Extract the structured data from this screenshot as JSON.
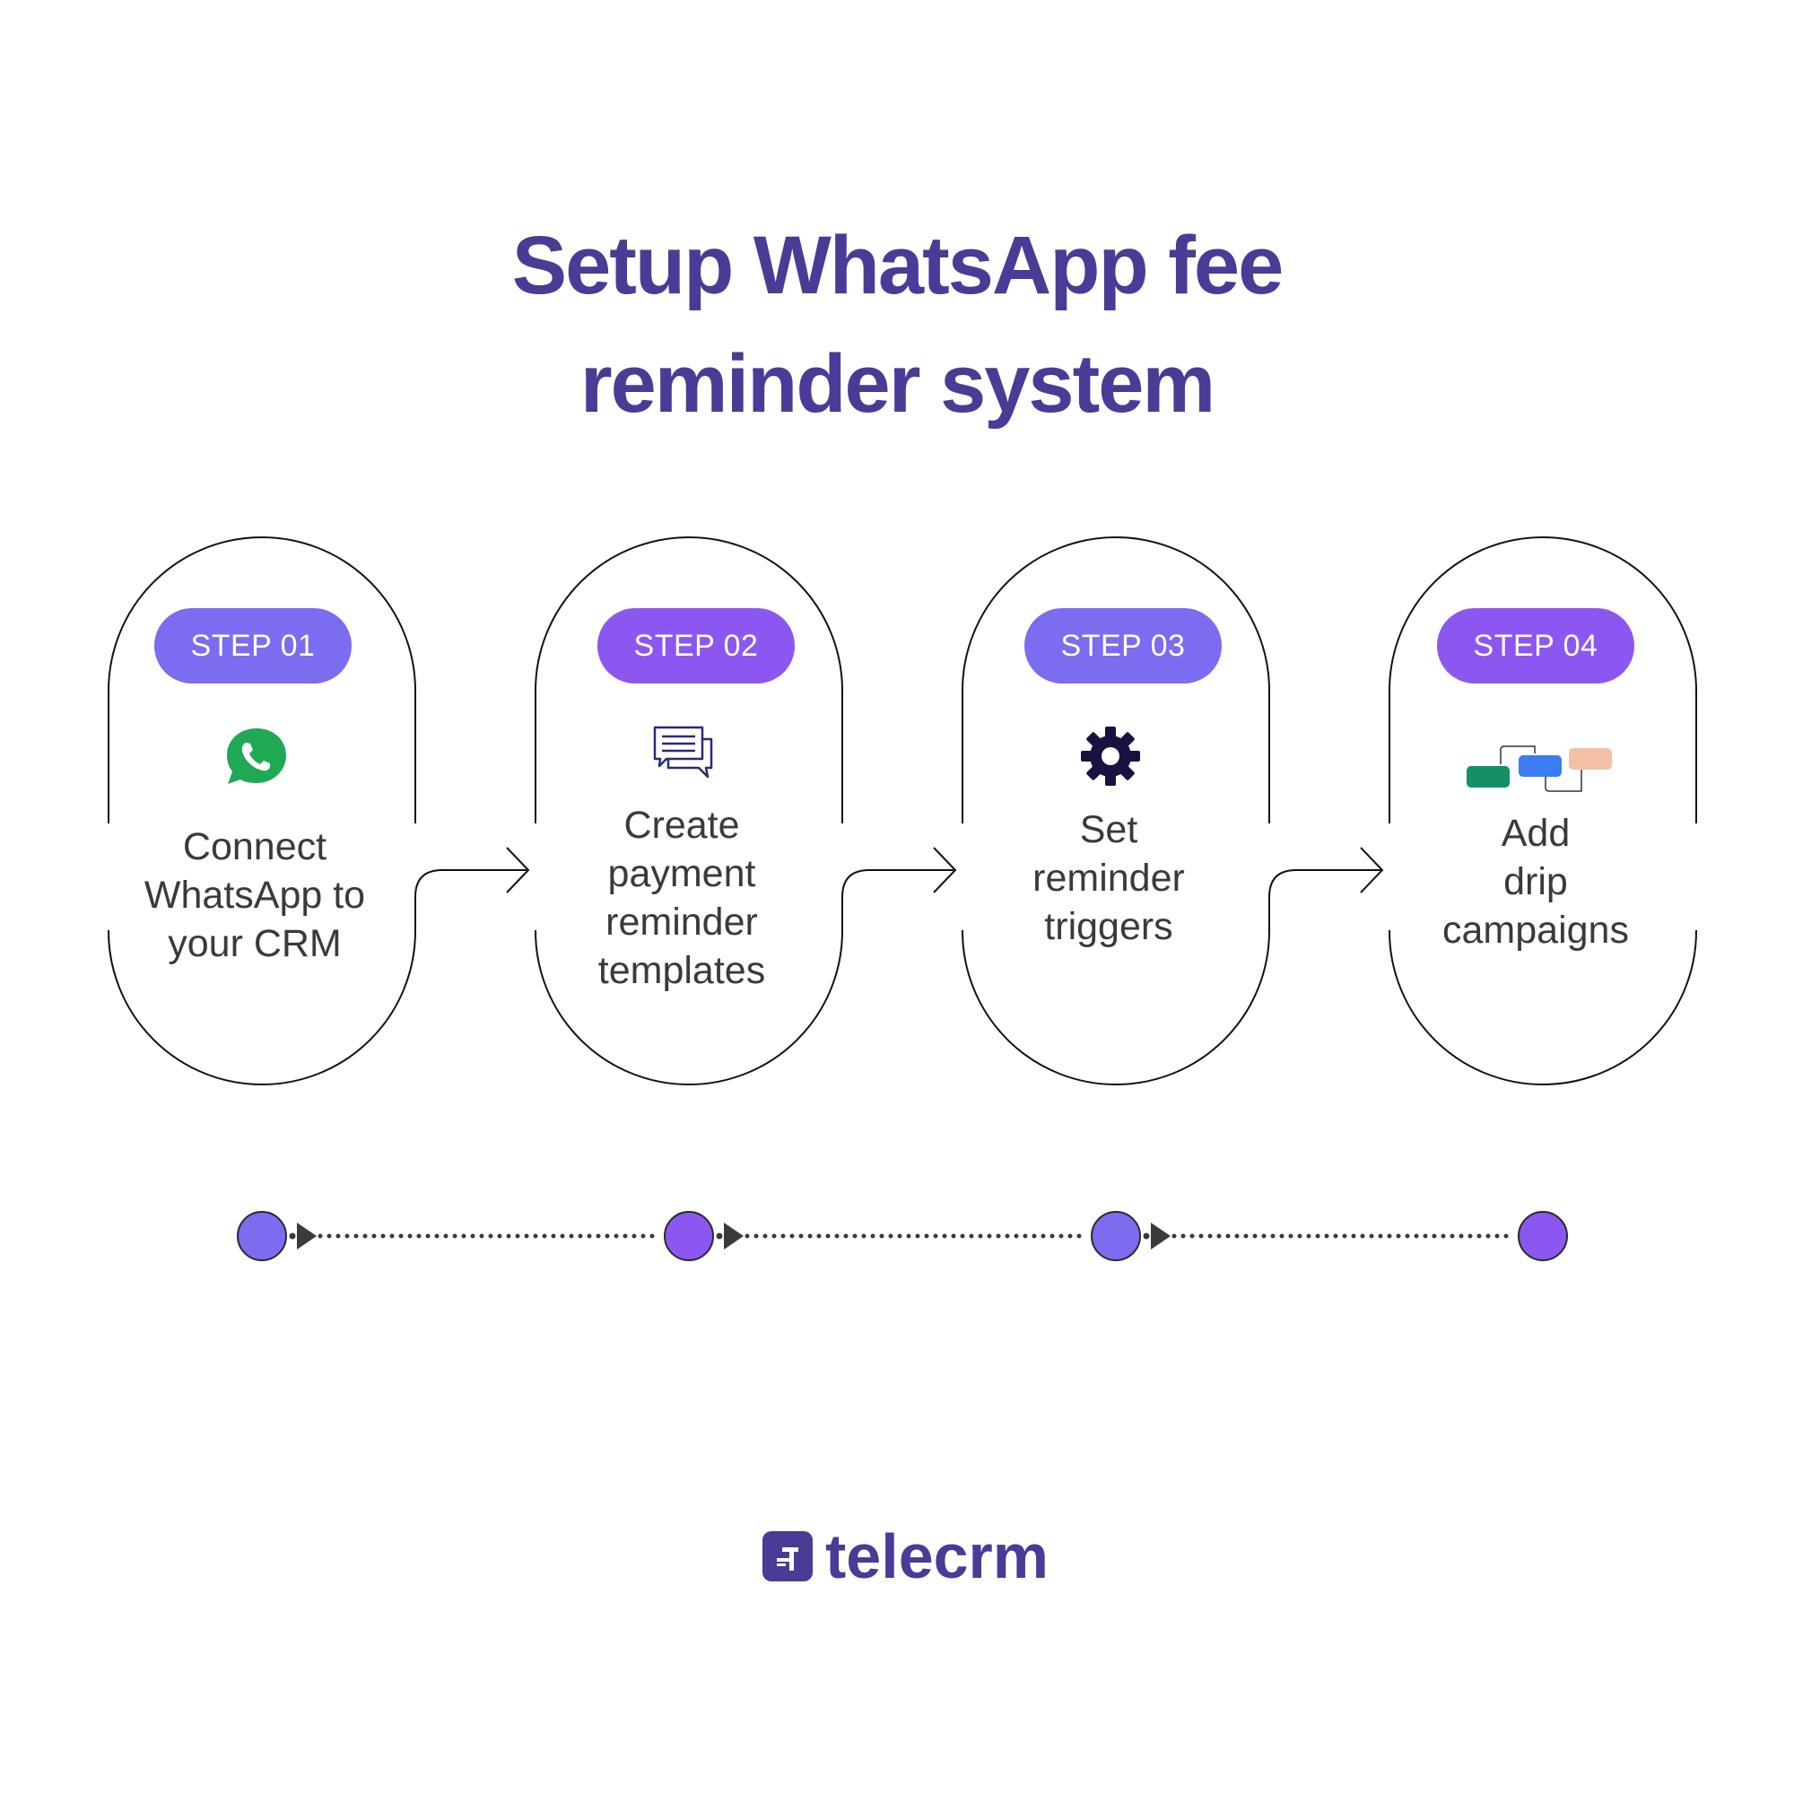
{
  "title": {
    "lines": [
      "Setup WhatsApp fee",
      "reminder system"
    ],
    "color": "#4b3a96"
  },
  "steps": [
    {
      "pill": "STEP 01",
      "pill_color": "#7b6cf0",
      "icon": "whatsapp-icon",
      "lines": [
        "Connect",
        "WhatsApp to",
        "your CRM"
      ]
    },
    {
      "pill": "STEP 02",
      "pill_color": "#8b57f0",
      "icon": "chat-bubbles-icon",
      "lines": [
        "Create",
        "payment",
        "reminder",
        "templates"
      ]
    },
    {
      "pill": "STEP 03",
      "pill_color": "#7b6cf0",
      "icon": "gear-icon",
      "lines": [
        "Set",
        "reminder",
        "triggers"
      ]
    },
    {
      "pill": "STEP 04",
      "pill_color": "#8b57f0",
      "icon": "drip-campaign-icon",
      "lines": [
        "Add",
        "drip",
        "campaigns"
      ]
    }
  ],
  "timeline": {
    "dot_colors": [
      "#7b6cf0",
      "#8b57f0",
      "#7b6cf0",
      "#8b57f0"
    ]
  },
  "brand": {
    "name": "telecrm",
    "color": "#4b3a96"
  },
  "colors": {
    "outline": "#111111",
    "whatsapp": "#20a955",
    "chat": "#2b2a7a",
    "gear": "#1a1140",
    "drip_green": "#139066",
    "drip_blue": "#3b7cf2",
    "drip_peach": "#f4c0a4",
    "text": "#3a3a3a"
  }
}
